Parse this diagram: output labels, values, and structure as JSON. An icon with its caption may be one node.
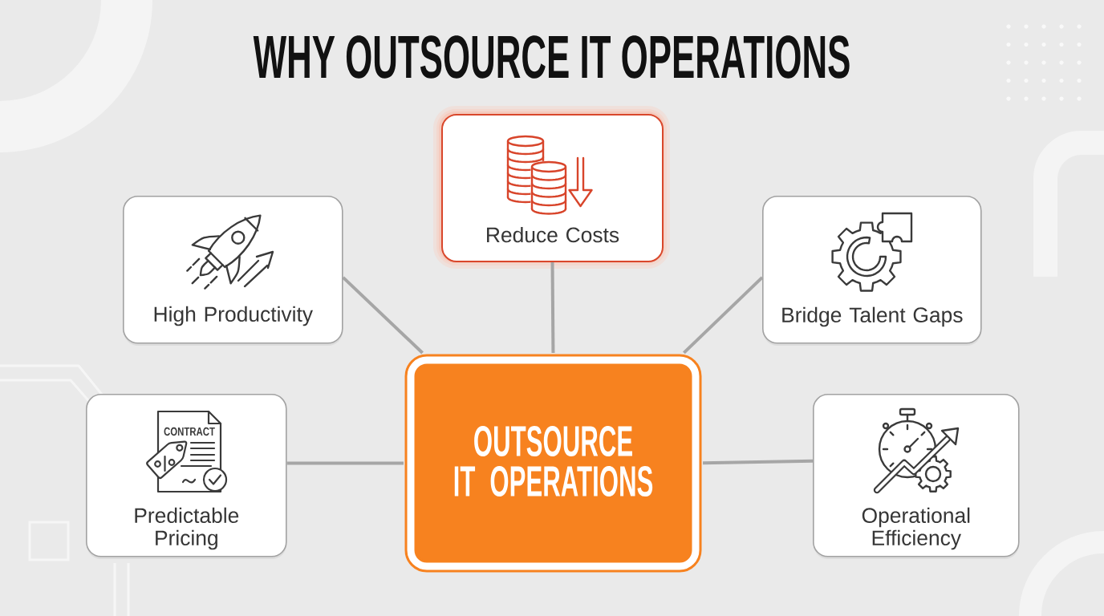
{
  "diagram": {
    "title": "WHY OUTSOURCE IT OPERATIONS",
    "nodes": [
      {
        "text": [
          "Reduce Costs"
        ]
      },
      {
        "text": [
          "High Productivity"
        ]
      },
      {
        "text": [
          "Bridge Talent Gaps"
        ]
      },
      {
        "text": [
          "Predictable Pricing"
        ]
      },
      {
        "text": [
          "OUTSOURCE IT OPERATIONS"
        ]
      },
      {
        "text": [
          "Operational Efficiency"
        ]
      }
    ],
    "edges": [
      {
        "from": 4,
        "to": 0,
        "arrow": "none"
      },
      {
        "from": 4,
        "to": 1,
        "arrow": "none"
      },
      {
        "from": 4,
        "to": 2,
        "arrow": "none"
      },
      {
        "from": 4,
        "to": 3,
        "arrow": "none"
      },
      {
        "from": 4,
        "to": 5,
        "arrow": "none"
      }
    ],
    "labels": [
      "CONTRACT"
    ]
  }
}
